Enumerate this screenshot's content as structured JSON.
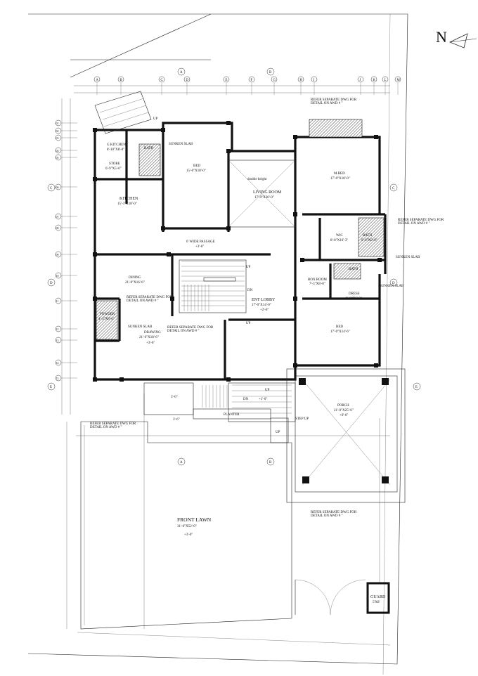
{
  "north_label": "N",
  "grid_top": [
    "A",
    "B",
    "C",
    "D",
    "E",
    "F",
    "G",
    "H",
    "I",
    "J",
    "K",
    "L",
    "M"
  ],
  "grid_left": [
    "01",
    "02",
    "03",
    "04",
    "05",
    "06",
    "07",
    "08",
    "09",
    "10",
    "11",
    "12",
    "13",
    "14",
    "15"
  ],
  "sections": [
    "A",
    "B",
    "C",
    "D",
    "E"
  ],
  "rooms": {
    "g_kitchen": {
      "name": "G.KITCHEN",
      "size": "8'-10\"X8'-0\""
    },
    "store": {
      "name": "STORE",
      "size": "6'-9\"X5'-0\""
    },
    "bath1": {
      "name": "BATH",
      "size": ""
    },
    "kitchen": {
      "name": "KITCHEN",
      "size": "15'-3\"X18'-0\""
    },
    "bed1": {
      "name": "BED",
      "size": "15'-0\"X18'-0\""
    },
    "living": {
      "name": "LIVING ROOM",
      "size": "17'-0\"X30'-0\""
    },
    "double_height": "double height",
    "m_bed": {
      "name": "M.BED",
      "size": "17'-0\"X18'-0\""
    },
    "wic": {
      "name": "WIC",
      "size": "8'-0\"X16'-3\""
    },
    "bath2": {
      "name": "BATH",
      "size": "9'-0\"X9'-0\""
    },
    "bath3": {
      "name": "BATH",
      "size": ""
    },
    "box_room": {
      "name": "BOX ROOM",
      "size": "7'-3\"X8'-0\""
    },
    "dress": {
      "name": "DRESS",
      "size": "9'-0\"X6'-0\""
    },
    "passage": {
      "name": "6' WIDE PASSAGE",
      "level": "+3'-6\""
    },
    "dining": {
      "name": "DINING",
      "size": "21'-0\"X16'-6\""
    },
    "powder": {
      "name": "POWDER",
      "size": "4'-3\"X8'-0\""
    },
    "drawing": {
      "name": "DRAWING",
      "size": "21'-6\"X18'-6\"",
      "level": "+3'-6\""
    },
    "ent_lobby": {
      "name": "ENT LOBBY",
      "size": "17'-0\"X14'-0\"",
      "level": "+2'-6\""
    },
    "bed2": {
      "name": "BED",
      "size": "17'-0\"X14'-6\""
    },
    "porch": {
      "name": "PORCH",
      "size": "21'-0\"X25'-6\"",
      "level": "+0'-6\""
    },
    "planter": {
      "name": "PLANTER"
    },
    "front_lawn": {
      "name": "FRONT LAWN",
      "size": "31'-0\"X52'-0\"",
      "level": "+3'-0\""
    },
    "guard": {
      "name": "GUARD",
      "size": "5'X8'"
    }
  },
  "notes": {
    "refer1": [
      "REFER SEPARATE DWG FOR",
      "DETAIL ON AWD # \""
    ],
    "sunken_slab": "SUNKEN SLAB",
    "up": "UP",
    "dn": "DN",
    "step_up": "STEP UP",
    "level_1": "+1'-0\"",
    "level_3": "3'-6\"",
    "level_35": "3'-6\""
  }
}
